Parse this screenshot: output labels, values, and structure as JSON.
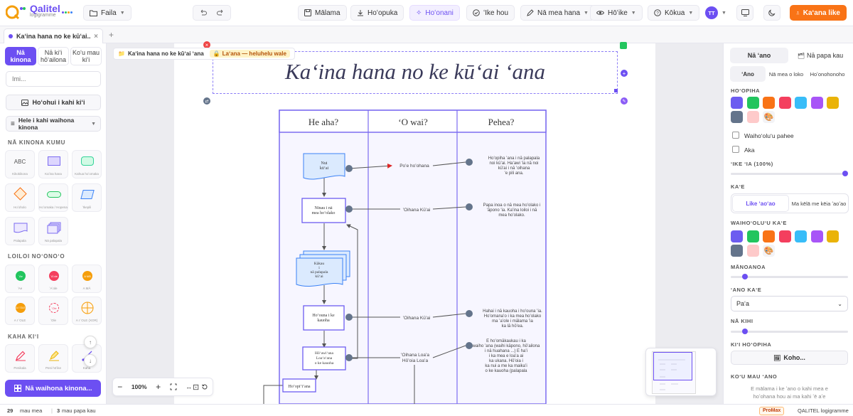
{
  "app": {
    "logo_text": "Qalitel",
    "logo_sub": "logigramme"
  },
  "toolbar": {
    "file_label": "Faila",
    "save_label": "Mālama",
    "import_label": "Hoʻopuka",
    "ai_label": "Hoʻonani",
    "new_label": "ʻIke hou",
    "objects_label": "Nā mea hana",
    "view_label": "Hōʻike",
    "help_label": "Kōkua",
    "avatar_initials": "TT",
    "export_label": "Kaʻana like"
  },
  "tabs": [
    {
      "label": "Kaʻina hana no ke kūʻai..."
    }
  ],
  "left_panel": {
    "tabs": [
      "Nā kinona",
      "Nā kiʻi hōʻailona",
      "Koʻu mau kiʻi"
    ],
    "search_placeholder": "Imi...",
    "insert_image_label": "Hoʻohui i kahi kiʻi",
    "library_select": "Hele i kahi waihona kinona",
    "sections": {
      "basic": "NĀ KINONA KUMU",
      "logic": "LOILOI NOʻONOʻO",
      "drawings": "KAHA KIʻI"
    },
    "basic_shapes": [
      {
        "label": "Kikokikona",
        "glyph": "ABC"
      },
      {
        "label": "Kaʻina hana",
        "glyph": ""
      },
      {
        "label": "Kahua hoʻomaka",
        "glyph": ""
      },
      {
        "label": "Hoʻoholo",
        "glyph": ""
      },
      {
        "label": "Hoʻomaka / Hopena",
        "glyph": ""
      },
      {
        "label": "ʻIkepili",
        "glyph": ""
      },
      {
        "label": "Palapala",
        "glyph": ""
      },
      {
        "label": "Nā palapala",
        "glyph": ""
      }
    ],
    "logic_shapes": [
      {
        "label": "ʻAe",
        "glyph": "ʻAe"
      },
      {
        "label": "ʻAʻole",
        "glyph": "ʻAʻole"
      },
      {
        "label": "A MĀ",
        "glyph": "A MĀ"
      },
      {
        "label": "A I ʻOLE",
        "glyph": "A I ʻOLE"
      },
      {
        "label": "ʻOle",
        "glyph": "ʻOle"
      },
      {
        "label": "A I ʻOLE (XOR)",
        "glyph": ""
      }
    ],
    "drawing_tools": [
      {
        "label": "Penikala"
      },
      {
        "label": "Peni hōʻike"
      },
      {
        "label": "Kaha"
      }
    ],
    "cta_label": "Nā waihona kinona..."
  },
  "canvas": {
    "breadcrumb_doc": "Kaʻina hana no ke kūʻai ʻana",
    "breadcrumb_mode": "Laʻana — heluhelu wale",
    "title": "Kaʻina hana no ke kūʻai ʻana",
    "columns": [
      "He aha?",
      "ʻO wai?",
      "Pehea?"
    ],
    "nodes": {
      "n1": [
        "Nui",
        "kūʻai"
      ],
      "n2": [
        "Nīnau i nā",
        "mea hoʻolako"
      ],
      "n3": [
        "Kākau",
        "i",
        "nā palapala",
        "kūʻai"
      ],
      "n4": [
        "Hoʻouna i ke",
        "kauoha"
      ],
      "n5": [
        "Hōʻawiʻana",
        "Loaʻaʻana",
        "o ke kauoha"
      ],
      "n6": "Hoʻopiʻiʻana"
    },
    "who": [
      "Poʻe hoʻohana",
      "ʻOihana Kūʻai",
      "ʻOihana Kūʻai",
      "ʻOihana Loaʻa",
      "Hōʻoia Loaʻa"
    ],
    "how": [
      [
        "Hoʻopiha ʻana i nā palapala",
        "noi kūʻai. Haʻawi ʻia nā noi",
        "kūʻai i nā ʻoihana",
        "ʻe pili ana."
      ],
      [
        "Papa inoa o nā mea hoʻolako i",
        "ʻāpono ʻia. Kaʻina loiloi i nā",
        "mea hoʻolako."
      ],
      [
        "Hahai i nā kauoha i hoʻouna ʻia.",
        "Hoʻomanaʻo i ka mea hoʻolako",
        "ma ʻaʻole i mālama ʻia",
        "ka lā hōʻea."
      ],
      [
        "E hoʻomākaukau i ka",
        "waiho ʻana (waihi kāpono, hōʻailona",
        "i nā huahana ...) E haʻi",
        "i ka mea e loaʻa ai",
        "ka ukana. Hōʻoia i",
        "ka nui a me ka maikaʻi",
        "o ke kauoha (palapala"
      ]
    ],
    "zoom": "100%"
  },
  "right_panel": {
    "tabs": [
      "Nā ʻano",
      "Nā papa kau"
    ],
    "subtabs": [
      "ʻAno",
      "Nā mea o loko",
      "Hoʻonohonoho"
    ],
    "fill_heading": "HOʻOPIHA",
    "fill_colors": [
      "#6c5cf0",
      "#22c55e",
      "#f97316",
      "#f43f5e",
      "#38bdf8",
      "#a855f7",
      "#eab308",
      "#64748b",
      "#fecaca"
    ],
    "gradient_label": "Waihoʻoluʻu pahee",
    "shadow_label": "Aka",
    "opacity_heading": "ʻIKE ʻIA (100%)",
    "opacity": 1.0,
    "stroke_heading": "KAʻE",
    "stroke_modes": [
      "Like ʻaoʻao",
      "Ma kēlā me kēia ʻaoʻao"
    ],
    "stroke_color_heading": "WAIHOʻOLUʻU KAʻE",
    "stroke_colors": [
      "#6c5cf0",
      "#22c55e",
      "#f97316",
      "#f43f5e",
      "#38bdf8",
      "#a855f7",
      "#eab308",
      "#64748b",
      "#fecaca"
    ],
    "thickness_heading": "MĀNOANOA",
    "thickness": 0.1,
    "stroke_type_heading": "ʻANO KAʻE",
    "stroke_type_value": "Paʻa",
    "corners_heading": "NĀ KIHI",
    "corners": 0.1,
    "fill_image_heading": "KIʻI HOʻOPIHA",
    "choose_label": "Koho...",
    "notes_heading": "KOʻU MAU ʻANO",
    "notes_text": [
      "E mālama i ke ʻano o kahi mea e",
      "hoʻohana hou ai ma kahi ʻē aʻe"
    ]
  },
  "status": {
    "items_count": "29",
    "items_label": "mau mea",
    "pages_count": "3",
    "pages_label": "mau papa kau",
    "plan_badge": "ProMax",
    "brand": "QALITEL logigramme"
  },
  "colors": {
    "accent": "#6c4ff2",
    "export": "#f97316",
    "help": "#5b6cf0"
  }
}
